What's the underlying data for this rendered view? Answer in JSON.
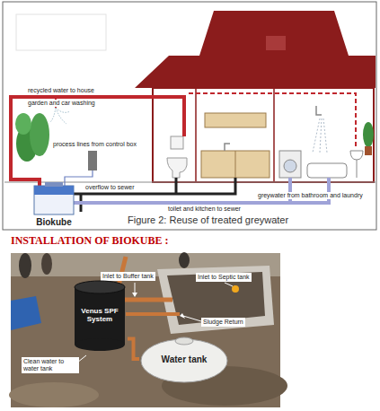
{
  "diagram": {
    "title": "INSTALLATION OF BIOKUBE :",
    "caption": "Figure 2: Reuse of treated greywater",
    "nodes": [
      {
        "text": [
          "Biokube"
        ]
      },
      {
        "text": [
          "Venus SPF System"
        ]
      },
      {
        "text": [
          "Water tank"
        ]
      }
    ],
    "edges": [
      {
        "from": 1,
        "to": 2,
        "arrow": "none"
      }
    ],
    "labels": [
      "recycled water to house",
      "garden and car washing",
      "process lines from control box",
      "greywater from bathroom and laundry",
      "overflow to sewer",
      "toilet and kitchen to sewer",
      "Inlet to Buffer tank",
      "Inlet to Septic tank",
      "Sludge Return",
      "Clean water to water tank"
    ]
  }
}
